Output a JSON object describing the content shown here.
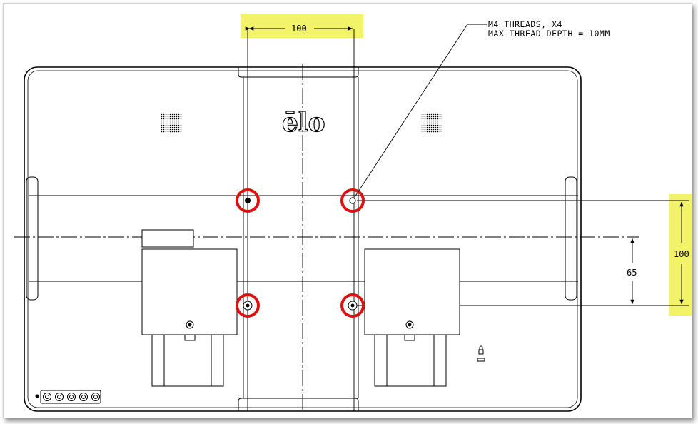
{
  "drawing": {
    "callout_line1": "M4 THREADS, X4",
    "callout_line2": "MAX THREAD DEPTH = 10MM",
    "dim_horizontal": "100",
    "dim_vertical": "100",
    "dim_offset": "65",
    "logo_text": "ēlo",
    "highlight_color": "#f3f36a",
    "circle_color": "#e01010"
  }
}
